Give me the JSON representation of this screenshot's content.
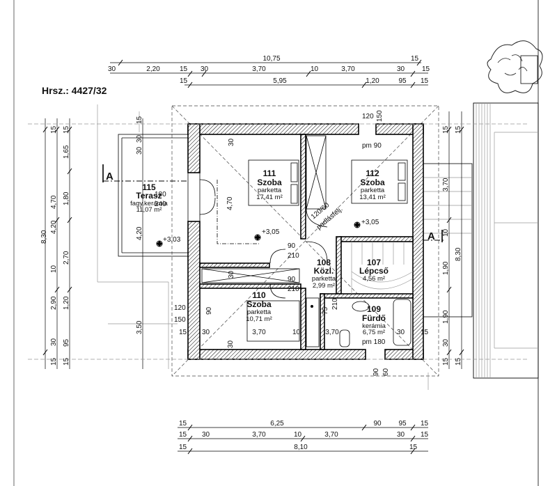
{
  "title": "Hrsz.: 4427/32",
  "section_marks": [
    "A",
    "A"
  ],
  "rooms": [
    {
      "id": "room-111",
      "num": "111",
      "name": "Szoba",
      "floor": "parketta",
      "area": "17,41 m²"
    },
    {
      "id": "room-112",
      "num": "112",
      "name": "Szoba",
      "floor": "parketta",
      "area": "13,41 m²"
    },
    {
      "id": "room-115",
      "num": "115",
      "name": "Terasz",
      "floor": "fagy.kerámia",
      "area": "11,07 m²"
    },
    {
      "id": "room-108",
      "num": "108",
      "name": "Közl.",
      "floor": "parketta",
      "area": "2,99 m²"
    },
    {
      "id": "room-107",
      "num": "107",
      "name": "Lépcső",
      "floor": "",
      "area": "4,56 m²"
    },
    {
      "id": "room-110",
      "num": "110",
      "name": "Szoba",
      "floor": "parketta",
      "area": "10,71 m²"
    },
    {
      "id": "room-109",
      "num": "109",
      "name": "Fürdő",
      "floor": "kerámia",
      "area": "6,75 m²"
    }
  ],
  "levels": [
    "+3,05",
    "+3,05",
    "+3,03"
  ],
  "notes": [
    "pm 90",
    "pm 180",
    "120/60",
    "padlásfelj."
  ],
  "dims_top": {
    "row1": [
      "10,75",
      "15"
    ],
    "row2": [
      "30",
      "2,20",
      "15",
      "30",
      "3,70",
      "10",
      "3,70",
      "30",
      "15"
    ],
    "row3": [
      "15",
      "5,95",
      "1,20",
      "95",
      "15"
    ]
  },
  "dims_bottom": {
    "row1": [
      "15",
      "6,25",
      "90",
      "95",
      "15"
    ],
    "row2": [
      "15",
      "30",
      "3,70",
      "10",
      "3,70",
      "30",
      "15"
    ],
    "row3": [
      "15",
      "8,10",
      "15"
    ]
  },
  "dims_left": {
    "col_outer": [
      "8,30"
    ],
    "col_mid": [
      "15",
      "4,70",
      "4,20",
      "10",
      "2,90",
      "30",
      "15"
    ],
    "col_inner": [
      "15",
      "1,65",
      "1,80",
      "2,70",
      "1,20",
      "95",
      "15"
    ],
    "col_near": [
      "30",
      "15",
      "30",
      "4,20",
      "3,50"
    ]
  },
  "dims_right": {
    "col_a": [
      "15",
      "3,70",
      "10",
      "1,90",
      "1,90",
      "30",
      "15"
    ],
    "col_b": [
      "15",
      "8,30",
      "15"
    ]
  },
  "dims_inner": [
    "120",
    "150",
    "180",
    "240",
    "4,70",
    "90",
    "210",
    "90",
    "210",
    "120",
    "150",
    "90",
    "3,70",
    "10",
    "3,70",
    "30",
    "75",
    "210",
    "30",
    "90",
    "60",
    "15",
    "15",
    "30",
    "30",
    "30"
  ]
}
